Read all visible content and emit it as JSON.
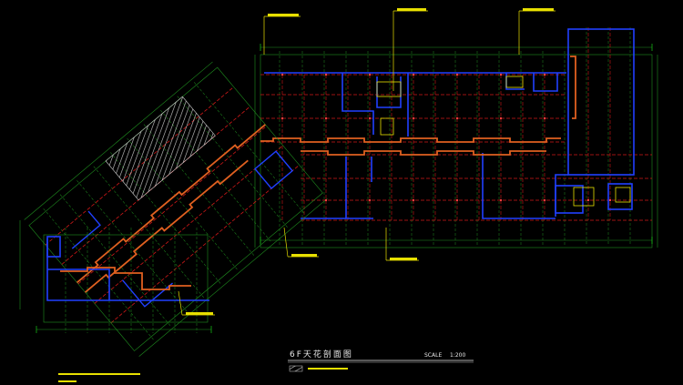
{
  "drawing": {
    "title": "6F天花剖面图",
    "scale_label": "SCALE",
    "scale_value": "1:200",
    "legend_text": "",
    "note_text": "",
    "colors": {
      "background": "#000000",
      "grid": "#1f8f1f",
      "beam": "#d01818",
      "wall": "#2040ff",
      "pillar": "#e06020",
      "hatch": "#cfcfcf",
      "dim": "#18c818",
      "tag": "#e8e000",
      "column": "#ff4040"
    }
  }
}
